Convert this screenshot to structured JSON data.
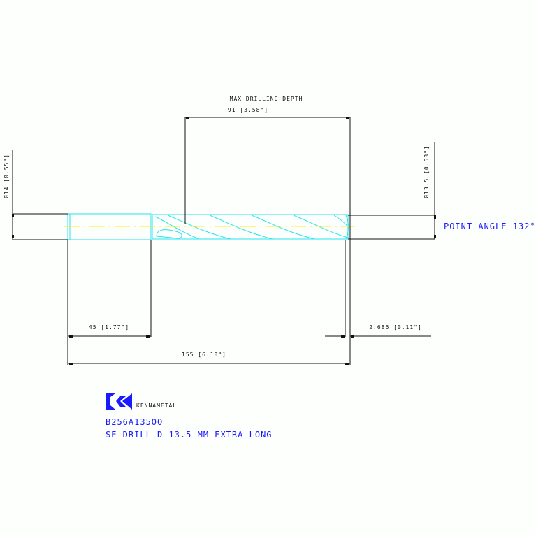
{
  "dimensions": {
    "max_drilling_depth_label": "MAX DRILLING DEPTH",
    "max_drilling_depth_value": "91 [3.58\"]",
    "shank_diameter": "Ø14 [0.55\"]",
    "drill_diameter": "Ø13.5 [0.53\"]",
    "shank_length": "45 [1.77\"]",
    "point_length": "2.686 [0.11\"]",
    "overall_length": "155 [6.10\"]",
    "point_angle": "POINT ANGLE 132°"
  },
  "title_block": {
    "brand": "KENNAMETAL",
    "part_number": "B256A135OO",
    "description": "SE DRILL D 13.5 MM EXTRA LONG"
  },
  "colors": {
    "outline": "#22e5ee",
    "centerline": "#ffee00",
    "text_blue": "#1a1aff",
    "dimension": "#111111"
  }
}
